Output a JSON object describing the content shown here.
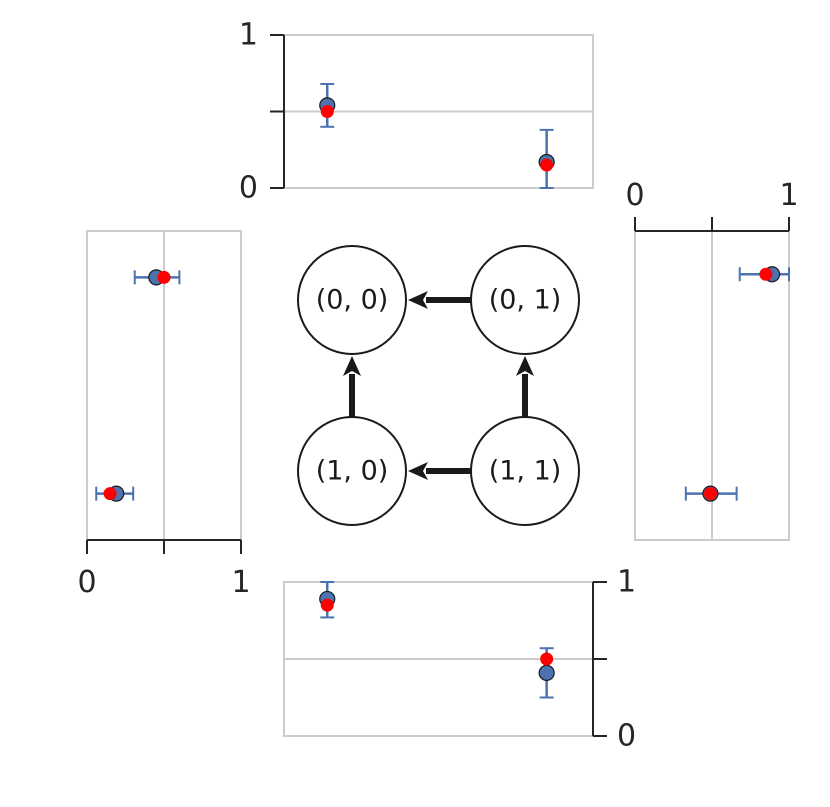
{
  "chart_data": {
    "type": "composite",
    "nodes": [
      {
        "id": "n00",
        "label": "(0, 0)"
      },
      {
        "id": "n01",
        "label": "(0, 1)"
      },
      {
        "id": "n10",
        "label": "(1, 0)"
      },
      {
        "id": "n11",
        "label": "(1, 1)"
      }
    ],
    "edges": [
      {
        "from": "n01",
        "to": "n00"
      },
      {
        "from": "n10",
        "to": "n00"
      },
      {
        "from": "n11",
        "to": "n01"
      },
      {
        "from": "n11",
        "to": "n10"
      }
    ],
    "panels": [
      {
        "id": "top",
        "orientation": "vertical",
        "axis_side": "left",
        "lim": [
          0,
          1
        ],
        "ticks": [
          0,
          0.5,
          1
        ],
        "tick_labels": [
          "0",
          "",
          "1"
        ],
        "gridline": 0.5,
        "points": [
          {
            "position": 0.14,
            "estimate": 0.54,
            "err_low": 0.4,
            "err_high": 0.68,
            "reference": 0.5
          },
          {
            "position": 0.85,
            "estimate": 0.17,
            "err_low": 0.0,
            "err_high": 0.38,
            "reference": 0.15
          }
        ]
      },
      {
        "id": "bottom",
        "orientation": "vertical",
        "axis_side": "right",
        "lim": [
          0,
          1
        ],
        "ticks": [
          0,
          0.5,
          1
        ],
        "tick_labels": [
          "0",
          "",
          "1"
        ],
        "gridline": 0.5,
        "points": [
          {
            "position": 0.14,
            "estimate": 0.89,
            "err_low": 0.77,
            "err_high": 1.0,
            "reference": 0.85
          },
          {
            "position": 0.85,
            "estimate": 0.41,
            "err_low": 0.25,
            "err_high": 0.57,
            "reference": 0.5
          }
        ]
      },
      {
        "id": "left",
        "orientation": "horizontal",
        "axis_side": "bottom",
        "lim": [
          0,
          1
        ],
        "ticks": [
          0,
          0.5,
          1
        ],
        "tick_labels": [
          "0",
          "",
          "1"
        ],
        "gridline": 0.5,
        "points": [
          {
            "position": 0.15,
            "estimate": 0.45,
            "err_low": 0.31,
            "err_high": 0.6,
            "reference": 0.5
          },
          {
            "position": 0.85,
            "estimate": 0.19,
            "err_low": 0.06,
            "err_high": 0.3,
            "reference": 0.15
          }
        ]
      },
      {
        "id": "right",
        "orientation": "horizontal",
        "axis_side": "top",
        "lim": [
          0,
          1
        ],
        "ticks": [
          0,
          0.5,
          1
        ],
        "tick_labels": [
          "0",
          "",
          "1"
        ],
        "gridline": 0.5,
        "points": [
          {
            "position": 0.14,
            "estimate": 0.89,
            "err_low": 0.68,
            "err_high": 1.0,
            "reference": 0.85
          },
          {
            "position": 0.85,
            "estimate": 0.49,
            "err_low": 0.33,
            "err_high": 0.66,
            "reference": 0.49
          }
        ]
      }
    ],
    "grid": true,
    "colors": {
      "estimate": "#4c72b0",
      "errorbar": "#4c72b0",
      "reference": "#ff0000",
      "frame": "#cccccc",
      "axis": "#262626",
      "node": "#1a1a1a"
    }
  }
}
